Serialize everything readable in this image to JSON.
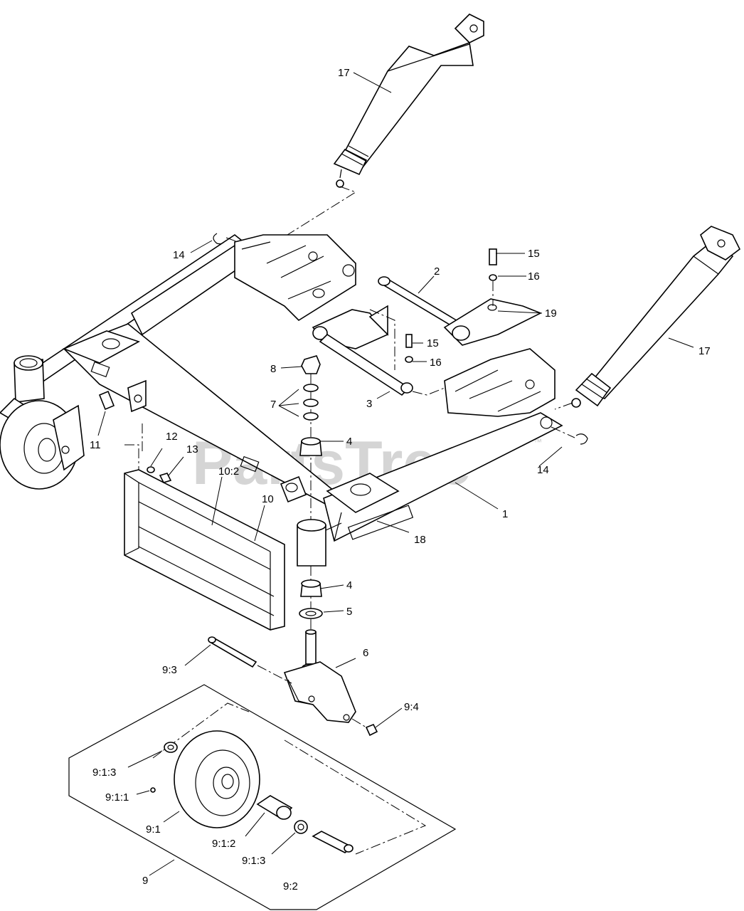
{
  "watermark": {
    "text": "PartsTree",
    "trademark": "™"
  },
  "colors": {
    "line": "#000000",
    "background": "#ffffff",
    "watermark": "#c8c8c8"
  },
  "callouts": {
    "c17_top": "17",
    "c17_right": "17",
    "c14_left": "14",
    "c14_right": "14",
    "c15_top": "15",
    "c16_top": "16",
    "c19": "19",
    "c2": "2",
    "c15_mid": "15",
    "c16_mid": "16",
    "c3": "3",
    "c8": "8",
    "c7": "7",
    "c4_top": "4",
    "c4_bottom": "4",
    "c5": "5",
    "c11": "11",
    "c12": "12",
    "c13": "13",
    "c10_2": "10:2",
    "c10": "10",
    "c1": "1",
    "c18": "18",
    "c6": "6",
    "c9_3": "9:3",
    "c9_4": "9:4",
    "c9_1_3_left": "9:1:3",
    "c9_1_1": "9:1:1",
    "c9_1": "9:1",
    "c9_1_2": "9:1:2",
    "c9_1_3_bottom": "9:1:3",
    "c9_2": "9:2",
    "c9": "9"
  }
}
